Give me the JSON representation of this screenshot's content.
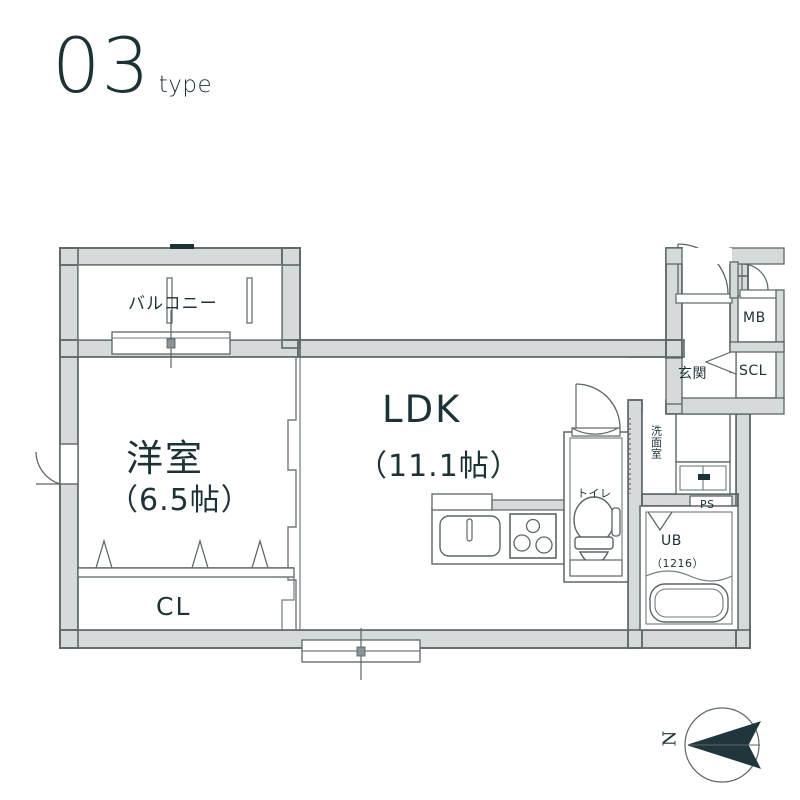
{
  "title": {
    "number": "03",
    "suffix": "type"
  },
  "colors": {
    "wall_fill": "#d7dadb",
    "wall_stroke": "#5d6668",
    "ink": "#1d3237",
    "thin_line": "#6f7a7c",
    "fixture_stroke": "#5d6668",
    "compass_dark": "#21363c"
  },
  "rooms": [
    {
      "name": "balcony",
      "label": "バルコニー",
      "area": ""
    },
    {
      "name": "western-room",
      "label": "洋室",
      "area": "（6.5帖）"
    },
    {
      "name": "ldk",
      "label": "LDK",
      "area": "（11.1帖）"
    },
    {
      "name": "closet",
      "label": "CL",
      "area": ""
    },
    {
      "name": "entrance",
      "label": "玄関",
      "area": ""
    },
    {
      "name": "shoe-closet",
      "label": "SCL",
      "area": ""
    },
    {
      "name": "meter-box",
      "label": "MB",
      "area": ""
    },
    {
      "name": "washroom",
      "label": "洗面室",
      "area": ""
    },
    {
      "name": "toilet",
      "label": "トイレ",
      "area": ""
    },
    {
      "name": "unit-bath",
      "label": "UB",
      "area": "（1216）"
    },
    {
      "name": "pipe-space",
      "label": "PS",
      "area": ""
    }
  ],
  "labels": {
    "balcony": "バルコニー",
    "western_room": "洋室",
    "western_room_area": "（6.5帖）",
    "ldk": "LDK",
    "ldk_area": "（11.1帖）",
    "closet": "CL",
    "entrance": "玄関",
    "shoe_closet": "SCL",
    "meter_box": "MB",
    "washroom": "洗面室",
    "toilet": "トイレ",
    "unit_bath": "UB",
    "unit_bath_size": "（1216）",
    "pipe_space": "PS"
  },
  "compass": {
    "north_label": "N",
    "direction": "west-pointing-arrow"
  },
  "fixtures": [
    {
      "name": "kitchen-sink"
    },
    {
      "name": "kitchen-stove"
    },
    {
      "name": "toilet-bowl"
    },
    {
      "name": "bathtub"
    },
    {
      "name": "vanity-sink"
    },
    {
      "name": "washing-machine-space"
    },
    {
      "name": "entrance-door"
    },
    {
      "name": "meter-box-door"
    },
    {
      "name": "toilet-door"
    },
    {
      "name": "room-window-left"
    },
    {
      "name": "balcony-sliding-door"
    },
    {
      "name": "ldk-window-bottom"
    },
    {
      "name": "closet-sliding-doors"
    },
    {
      "name": "partition-sliding-door"
    }
  ]
}
